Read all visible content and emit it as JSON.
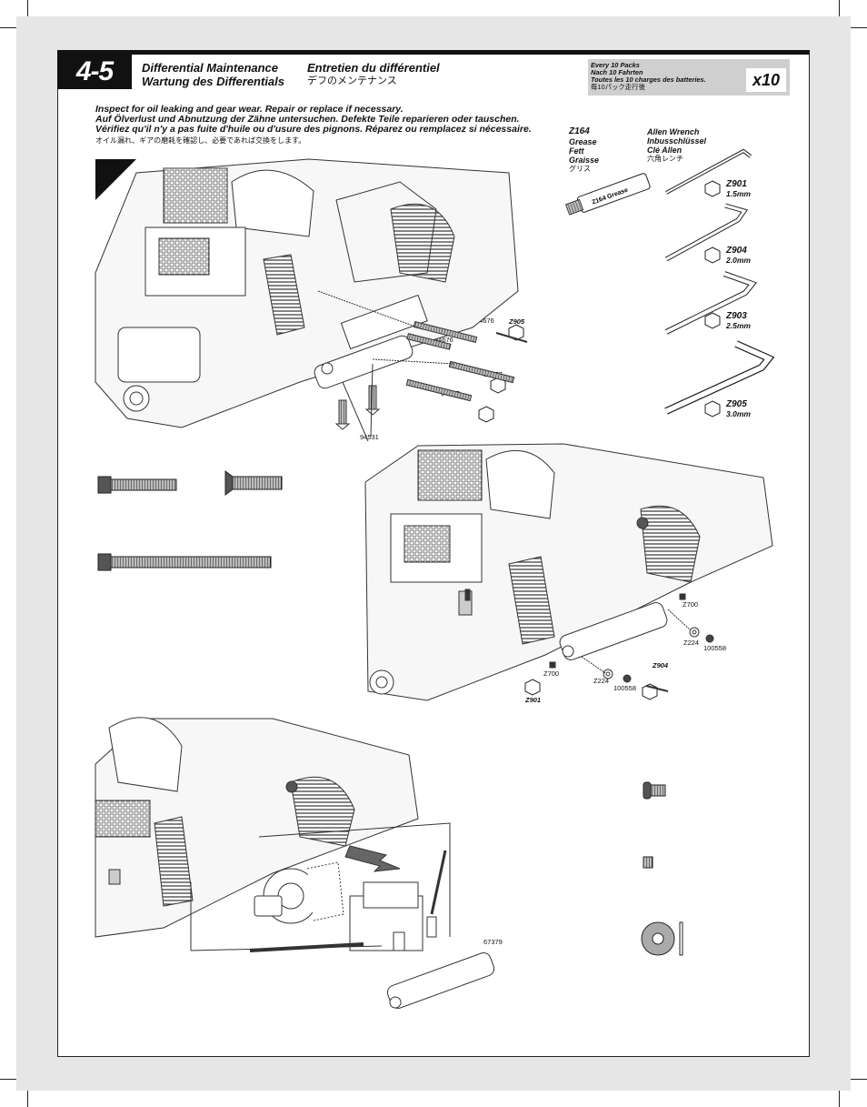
{
  "step": {
    "number": "4-5",
    "title_en": "Differential Maintenance",
    "title_fr": "Entretien du différentiel",
    "title_de": "Wartung des Differentials",
    "title_jp": "デフのメンテナンス"
  },
  "maintenance": {
    "line1": "Every 10 Packs",
    "line2": "Nach 10 Fahrten",
    "line3": "Toutes les 10 charges des batteries.",
    "line4": "毎10パック走行後",
    "count": "x10"
  },
  "instructions": {
    "en": "Inspect for oil leaking and gear wear. Repair or replace if necessary.",
    "de": "Auf Ölverlust und Abnutzung der Zähne untersuchen. Defekte Teile reparieren oder tauschen.",
    "fr": "Vérifiez qu'il n'y a pas fuite d'huile ou d'usure des pignons. Réparez ou remplacez si nécessaire.",
    "jp": "オイル漏れ、ギアの磨耗を確認し、必要であれば交換をします。"
  },
  "grease": {
    "code": "Z164",
    "en": "Grease",
    "de": "Fett",
    "fr": "Graisse",
    "jp": "グリス",
    "tube_label": "Z164 Grease"
  },
  "allen": {
    "en": "Allen Wrench",
    "de": "Inbusschlüssel",
    "fr": "Clé Allen",
    "jp": "六角レンチ",
    "wrenches": [
      {
        "code": "Z901",
        "size": "1.5mm"
      },
      {
        "code": "Z904",
        "size": "2.0mm"
      },
      {
        "code": "Z903",
        "size": "2.5mm"
      },
      {
        "code": "Z905",
        "size": "3.0mm"
      }
    ]
  },
  "parts": {
    "p94676": "94676",
    "p94677": "94677",
    "p94531": "94531",
    "z905": "Z905",
    "z700": "Z700",
    "z224": "Z224",
    "p100558": "100558",
    "z904": "Z904",
    "z901": "Z901",
    "p67379": "67379"
  }
}
